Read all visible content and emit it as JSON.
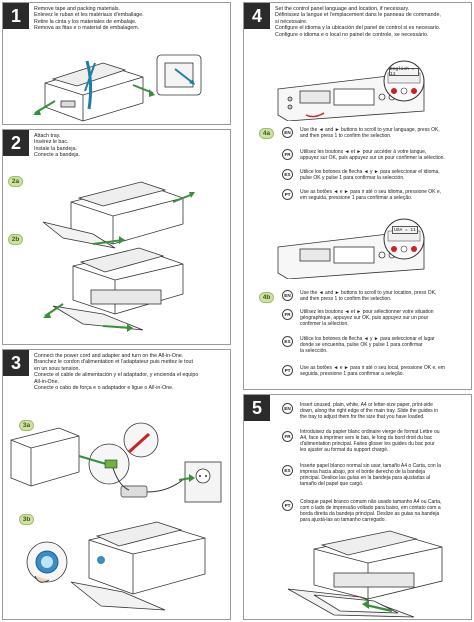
{
  "steps": {
    "s1": {
      "num": "1",
      "lines": [
        "Remove tape and packing materials.",
        "Enlevez le ruban et les matériaux d'emballage.",
        "Retire la cinta y los materiales de embalaje.",
        "Remova as fitas e o material de embalagem."
      ]
    },
    "s2": {
      "num": "2",
      "lines": [
        "Attach tray.",
        "Insérez le bac.",
        "Instale la bandeja.",
        "Conecte a bandeja."
      ],
      "sub_a": "2a",
      "sub_b": "2b"
    },
    "s3": {
      "num": "3",
      "lines": [
        "Connect the power cord and adapter and turn on the All-in-One.",
        "Branchez le cordon d'alimentation et l'adaptateur puis mettez le tout",
        "en un sous tension.",
        "Conecte el cable de alimentación y el adaptador, y encienda el equipo",
        "All-in-One.",
        "Conecte o cabo de força e o adaptador e ligue o All-in-One."
      ],
      "sub_a": "3a",
      "sub_b": "3b"
    },
    "s4": {
      "num": "4",
      "lines": [
        "Set the control panel language and location, if necessary.",
        "Définissez la langue et l'emplacement dans le panneau de commande,",
        "si nécessaire.",
        "Configure el idioma y la ubicación del panel de control si es necesario.",
        "Configure o idioma e o local no painel de controle, se necessário."
      ],
      "sub_a": "4a",
      "sub_b": "4b",
      "lcd_a": "English = 11",
      "lcd_b": "USA = 11",
      "a_langs": [
        {
          "code": "EN",
          "lines": [
            "Use the ◄ and ► buttons to scroll to your language, press OK,",
            "and then press 1 to confirm the selection."
          ]
        },
        {
          "code": "FR",
          "lines": [
            "Utilisez les boutons ◄ et ► pour accéder à votre langue,",
            "appuyez sur OK, puis appuyez sur un pour confirmer la sélection."
          ]
        },
        {
          "code": "ES",
          "lines": [
            "Utilice los botones de flecha ◄ y ► para seleccionar el idioma,",
            "pulse OK y pulse 1 para confirmar la selección."
          ]
        },
        {
          "code": "PT",
          "lines": [
            "Use as botões ◄ e ► para ir até o seu idioma, pressione OK e,",
            "em seguida, pressione 1 para confirmar a seleção."
          ]
        }
      ],
      "b_langs": [
        {
          "code": "EN",
          "lines": [
            "Use the ◄ and ► buttons to scroll to your location, press OK,",
            "and then press 1 to confirm the selection."
          ]
        },
        {
          "code": "FR",
          "lines": [
            "Utilisez les boutons ◄ et ► pour sélectionner votre situation",
            "géographique, appuyez sur OK, puis appuyez sur un pour",
            "confirmer la sélection."
          ]
        },
        {
          "code": "ES",
          "lines": [
            "Utilice los botones de flecha ◄ y ► para seleccionar el lugar",
            "donde se encuentra, pulse OK y pulse 1 para confirmar",
            "la selección."
          ]
        },
        {
          "code": "PT",
          "lines": [
            "Use as botões ◄ e ► para ir até o seu local, pressione OK e, em",
            "seguida, pressione 1 para confirmar a seleção."
          ]
        }
      ]
    },
    "s5": {
      "num": "5",
      "langs": [
        {
          "code": "EN",
          "lines": [
            "Insert unused, plain, white, A4 or letter-size paper, print-side",
            "down, along the right edge of the main tray. Slide the guides in",
            "the tray to adjust them for the size that you have loaded."
          ]
        },
        {
          "code": "FR",
          "lines": [
            "Introduisez du papier blanc ordinaire vierge de format Lettre ou",
            "A4, face à imprimer vers le bas, le long du bord droit du bac",
            "d'alimentation principal. Faites glisser les guides du bac pour",
            "les ajuster au format du support chargé."
          ]
        },
        {
          "code": "ES",
          "lines": [
            "Inserte papel blanco normal sin usar, tamaño A4 o Carta, con la",
            "impresa hacia abajo, por el borde derecho de la bandeja",
            "principal. Deslice las guías en la bandeja para ajustarlas al",
            "tamaño del papel que cargó."
          ]
        },
        {
          "code": "PT",
          "lines": [
            "Coloque papel branco comum não usado tamanho A4 ou Carta,",
            "com o lado de impressão voltado para baixo, em contato com a",
            "borda direita da bandeja principal. Deslize as guias na bandeja",
            "para ajustá-las ao tamanho carregado."
          ]
        }
      ]
    }
  }
}
